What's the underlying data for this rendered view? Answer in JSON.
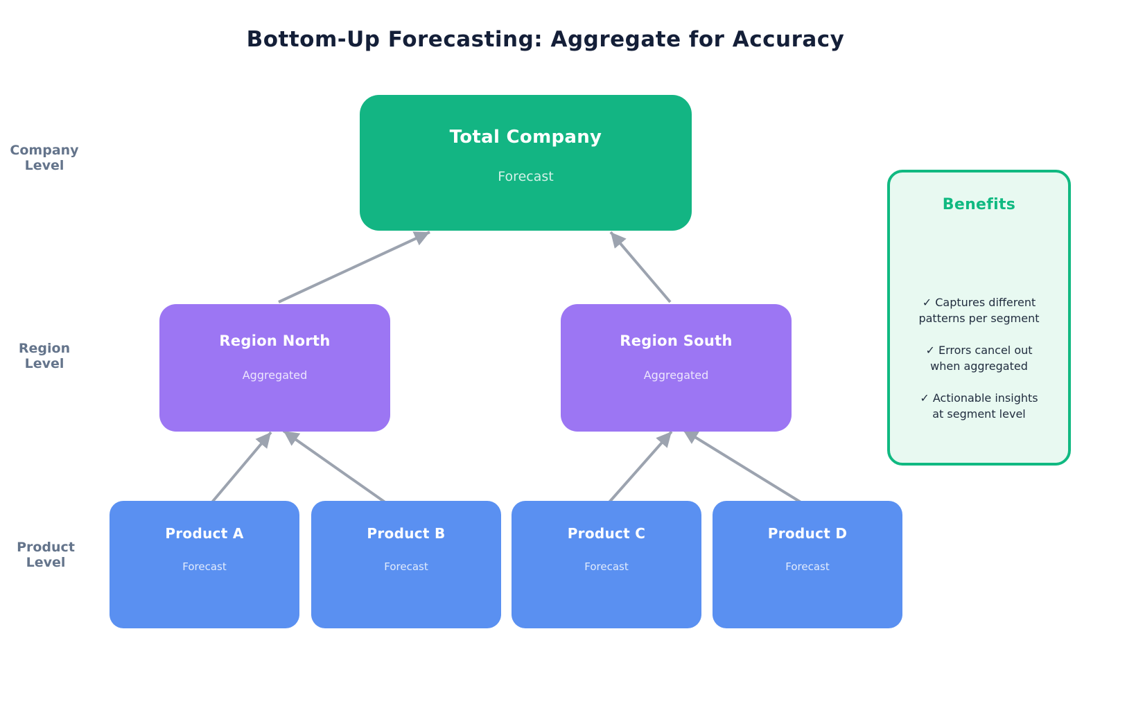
{
  "title": "Bottom-Up Forecasting: Aggregate for Accuracy",
  "level_labels": {
    "company": {
      "line1": "Company",
      "line2": "Level"
    },
    "region": {
      "line1": "Region",
      "line2": "Level"
    },
    "product": {
      "line1": "Product",
      "line2": "Level"
    }
  },
  "nodes": {
    "total_company": {
      "title": "Total Company",
      "subtitle": "Forecast"
    },
    "region_north": {
      "title": "Region North",
      "subtitle": "Aggregated"
    },
    "region_south": {
      "title": "Region South",
      "subtitle": "Aggregated"
    },
    "product_a": {
      "title": "Product A",
      "subtitle": "Forecast"
    },
    "product_b": {
      "title": "Product B",
      "subtitle": "Forecast"
    },
    "product_c": {
      "title": "Product C",
      "subtitle": "Forecast"
    },
    "product_d": {
      "title": "Product D",
      "subtitle": "Forecast"
    }
  },
  "benefits": {
    "title": "Benefits",
    "items": [
      {
        "line1": "✓ Captures different",
        "line2": "patterns per segment"
      },
      {
        "line1": "✓ Errors cancel out",
        "line2": "when aggregated"
      },
      {
        "line1": "✓ Actionable insights",
        "line2": "at segment level"
      }
    ]
  },
  "colors": {
    "company_node": "#13b583",
    "region_node": "#9c76f3",
    "product_node": "#5a90f1",
    "benefits_bg": "#e8f9f1",
    "benefits_border": "#10b981",
    "benefits_title": "#10b981",
    "arrow": "#9ca3af",
    "title_text": "#141f38",
    "level_label_text": "#64748b"
  }
}
